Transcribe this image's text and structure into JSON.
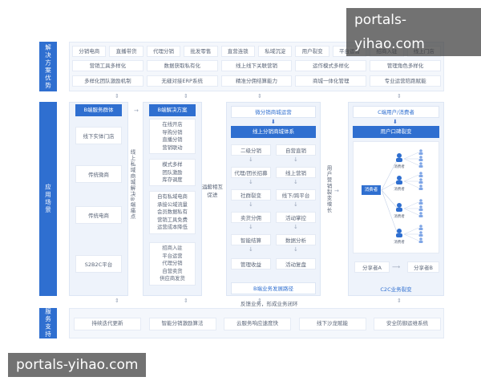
{
  "watermark": "portals-yihao.com",
  "bands": {
    "solutions": "解决方案优势",
    "scenarios": "应用场景",
    "services": "服务支持"
  },
  "solution_rows": [
    [
      "分销电商",
      "直播带货",
      "代理分销",
      "批发零售",
      "直营连锁",
      "私域沉淀",
      "用户裂变",
      "平台运营",
      "招商入驻",
      "线上门店"
    ],
    [
      "营销工具多样化",
      "数据获取私有化",
      "线上线下关联营销",
      "运作模式多样化",
      "管理角色多样化"
    ],
    [
      "多样化团队激励机制",
      "无缝对接ERP系统",
      "精准分佣结算能力",
      "商城一体化管理",
      "专业运营陪跑赋能"
    ]
  ],
  "b_service": {
    "title": "B端服务群体",
    "items": [
      "线下实体门店",
      "传统微商",
      "传统电商",
      "S2B2C平台"
    ]
  },
  "b_path_label": "线上私域商城解决B端痛点",
  "b_solution": {
    "title": "B端解决方案",
    "groups": [
      [
        "在线开店",
        "导购分销",
        "直播分销",
        "营销联动"
      ],
      [
        "模式多样",
        "团队激励",
        "库存调度"
      ],
      [
        "自有私域电商",
        "承接公域流量",
        "会员数据私有",
        "营销工具免费",
        "运营成本降低"
      ],
      [
        "招商入驻",
        "平台运营",
        "代理分销",
        "自营卖货",
        "供应商发货"
      ]
    ]
  },
  "ops_label": "运营相互促进",
  "micro": {
    "title": "微分销商城运营",
    "subtitle": "线上分销商城体系",
    "left": [
      "二级分销",
      "代理/团长招募",
      "社群裂变",
      "卖货分佣",
      "智能结算",
      "管理收益"
    ],
    "right": [
      "自营直销",
      "线上营销",
      "线下/跨平台",
      "活动掌控",
      "数据分析",
      "活动复盘"
    ],
    "footer": "B端业务发展路径"
  },
  "growth_label": "用户营销裂变增长",
  "c_side": {
    "title": "C端用户/消费者",
    "subtitle": "用户口碑裂变",
    "consumer": "消费者",
    "node": "消费者",
    "sharer_a": "分享者A",
    "sharer_b": "分享者B",
    "footer": "C2C业务裂变"
  },
  "feedback": "反馈业务，形成业务闭环",
  "services": [
    "持续迭代更新",
    "智能分销激励算法",
    "云服务响应速度快",
    "线下沙龙赋能",
    "安全防御运维系统"
  ]
}
